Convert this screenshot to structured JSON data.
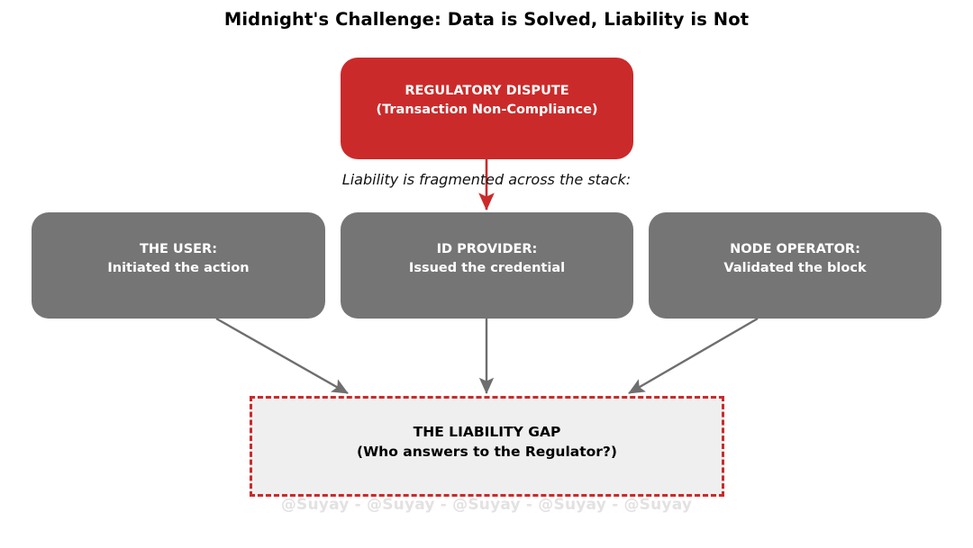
{
  "title": "Midnight's Challenge: Data is Solved, Liability is Not",
  "caption": "Liability is fragmented across the stack:",
  "watermark": "@Suyay - @Suyay - @Suyay - @Suyay - @Suyay",
  "colors": {
    "dispute_red": "#cb2a2a",
    "stakeholder_gray": "#757575",
    "gap_fill": "#efefef",
    "gap_border": "#cb2a2a",
    "arrow_gray": "#6e6e6e",
    "arrow_red": "#cb2a2a",
    "text_light": "#ffffff",
    "text_dark": "#000000",
    "watermark_gray": "#e2e2e2",
    "background": "#ffffff"
  },
  "nodes": {
    "dispute": {
      "line1": "REGULATORY DISPUTE",
      "line2": "(Transaction Non-Compliance)"
    },
    "stakeholders": [
      {
        "line1": "THE USER:",
        "line2": "Initiated the action"
      },
      {
        "line1": "ID PROVIDER:",
        "line2": "Issued the credential"
      },
      {
        "line1": "NODE OPERATOR:",
        "line2": "Validated the block"
      }
    ],
    "gap": {
      "line1": "THE LIABILITY GAP",
      "line2": "(Who answers to the Regulator?)"
    }
  },
  "connectors": [
    {
      "name": "dispute-to-id-provider",
      "style": "solid-red",
      "from": "dispute",
      "to": "id-provider"
    },
    {
      "name": "user-to-gap",
      "style": "solid-gray",
      "from": "the-user",
      "to": "liability-gap"
    },
    {
      "name": "id-provider-to-gap",
      "style": "solid-gray",
      "from": "id-provider",
      "to": "liability-gap"
    },
    {
      "name": "node-operator-to-gap",
      "style": "solid-gray",
      "from": "node-operator",
      "to": "liability-gap"
    }
  ]
}
